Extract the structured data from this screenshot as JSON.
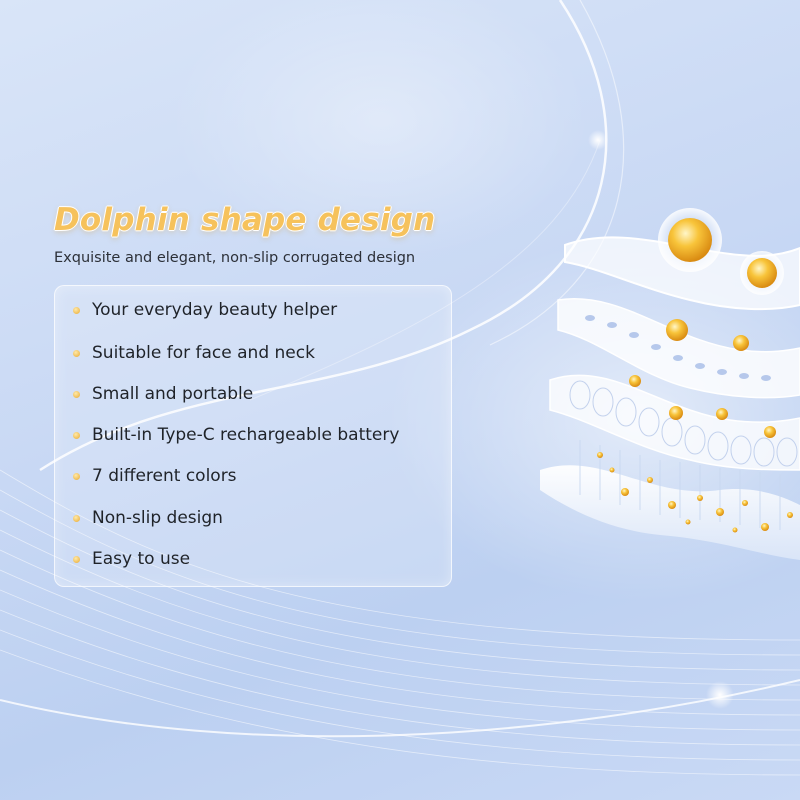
{
  "title": "Dolphin shape design",
  "subtitle": "Exquisite and elegant, non-slip corrugated design",
  "features": [
    "Your everyday beauty helper",
    "Suitable for face and neck",
    "Small and portable",
    "Built-in Type-C rechargeable battery",
    "7 different colors",
    "Non-slip design",
    "Easy to use"
  ],
  "colors": {
    "title": "#f6c25c",
    "text": "#1f2329",
    "bullet": "#e9a930",
    "background": "#c9d8f3"
  },
  "icons": [
    "skin-layers-illustration",
    "bullet-dot-icon"
  ]
}
